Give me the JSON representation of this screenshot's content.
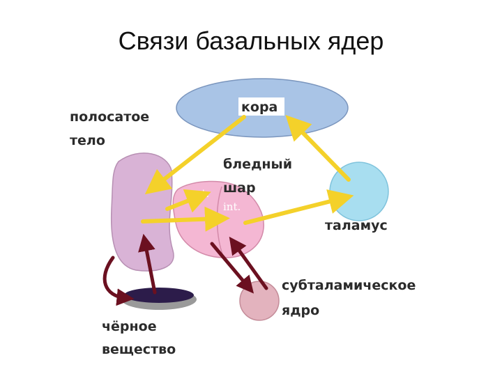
{
  "title": "Связи базальных ядер",
  "labels": {
    "cortex": "кора",
    "striatum_1": "полосатое",
    "striatum_2": "тело",
    "pallidum_1": "бледный",
    "pallidum_2": "шар",
    "ext": "ext.",
    "int": "int.",
    "thalamus": "таламус",
    "subthalamic_1": "субталамическое",
    "subthalamic_2": "ядро",
    "nigra_1": "чёрное",
    "nigra_2": "вещество"
  },
  "colors": {
    "cortex": "#a9c4e6",
    "striatum": "#d9b3d6",
    "pallidum": "#f4b7d3",
    "thalamus": "#a8def0",
    "subthalamic": "#e3b3be",
    "nigra": "#2c1c4a",
    "yellow_arrow": "#f4d12a",
    "dark_arrow": "#6b1020"
  }
}
